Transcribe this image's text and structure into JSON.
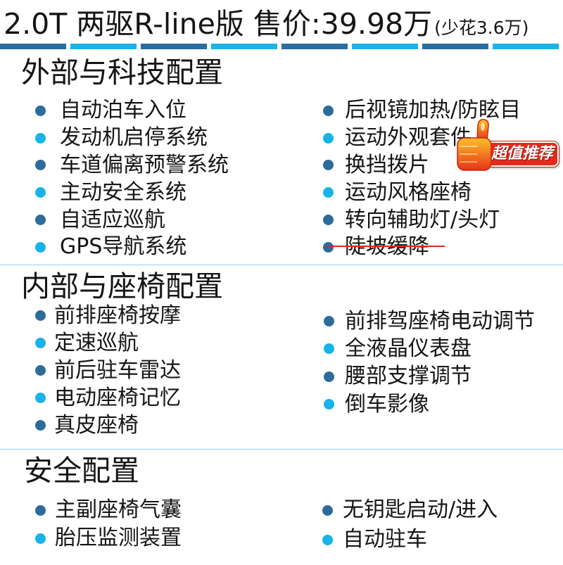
{
  "header": {
    "title": "2.0T 两驱R-line版 售价:39.98万",
    "note": "(少花3.6万)"
  },
  "colors": {
    "bullet_dark": "#2d6b9a",
    "bullet_light": "#17b3ea",
    "stripe_dark": "#2a6d9f",
    "stripe_light": "#1ab2e7",
    "divider": "#8fd2ec",
    "strike": "#e3261c",
    "badge": "#e42a1d",
    "text": "#151515"
  },
  "sections": [
    {
      "title": "外部与科技配置",
      "left": [
        "自动泊车入位",
        "发动机启停系统",
        "车道偏离预警系统",
        "主动安全系统",
        "自适应巡航",
        "GPS导航系统"
      ],
      "right": [
        "后视镜加热/防眩目",
        "运动外观套件",
        "换挡拨片",
        "运动风格座椅",
        "转向辅助灯/头灯",
        "陡坡缓降"
      ]
    },
    {
      "title": "内部与座椅配置",
      "left": [
        "前排座椅按摩",
        "定速巡航",
        "前后驻车雷达",
        "电动座椅记忆",
        "真皮座椅"
      ],
      "right": [
        "前排驾座椅电动调节",
        "全液晶仪表盘",
        "腰部支撑调节",
        "倒车影像"
      ]
    },
    {
      "title": "安全配置",
      "left": [
        "主副座椅气囊",
        "胎压监测装置"
      ],
      "right": [
        "无钥匙启动/进入",
        "自动驻车"
      ]
    }
  ],
  "badge": {
    "label": "超值推荐",
    "icon": "thumbs-up-icon"
  }
}
